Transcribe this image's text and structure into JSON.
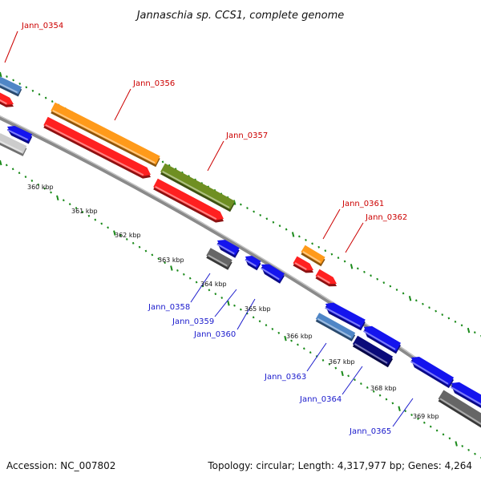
{
  "title": "Jannaschia sp. CCS1, complete genome",
  "accession": "Accession: NC_007802",
  "topology": "Topology: circular; Length: 4,317,977 bp; Genes: 4,264",
  "kbp_ticks": [
    "360 kbp",
    "361 kbp",
    "362 kbp",
    "363 kbp",
    "364 kbp",
    "365 kbp",
    "366 kbp",
    "367 kbp",
    "368 kbp",
    "369 kbp"
  ],
  "gene_labels": {
    "forward": [
      "Jann_0354",
      "Jann_0356",
      "Jann_0357",
      "Jann_0361",
      "Jann_0362"
    ],
    "reverse": [
      "Jann_0358",
      "Jann_0359",
      "Jann_0360",
      "Jann_0363",
      "Jann_0364",
      "Jann_0365"
    ]
  },
  "colors": {
    "red": "#ff2020",
    "orange": "#ff9a1a",
    "olive": "#6f8f22",
    "blue": "#1414ee",
    "navy": "#0a0a7a",
    "steel": "#4f86c6",
    "gray": "#666666",
    "light": "#cccccc",
    "backbone": "#8a8a8a",
    "dots": "#1a8a1a"
  }
}
